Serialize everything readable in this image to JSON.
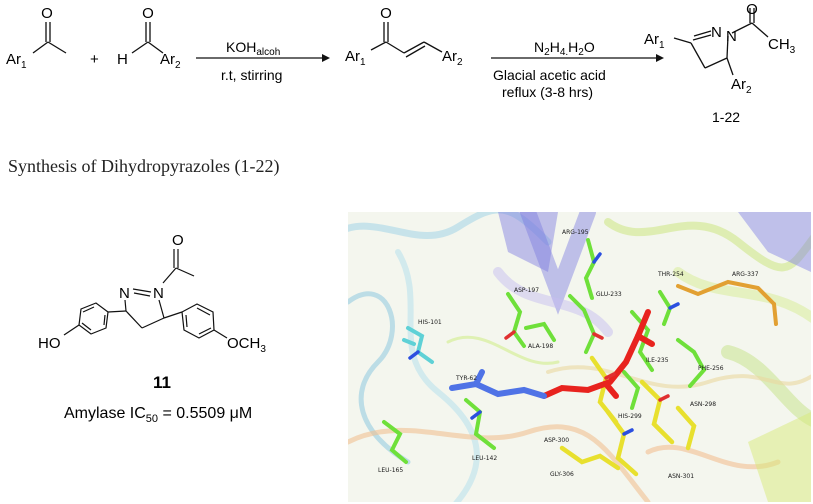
{
  "scheme": {
    "ketone_label": "Ar",
    "ketone_sub": "1",
    "plus": "+",
    "aldehyde_h": "H",
    "aldehyde_label": "Ar",
    "aldehyde_sub": "2",
    "oxygen": "O",
    "step1_reagent": "KOH",
    "step1_reagent_sub": "alcoh",
    "step1_condition": "r.t, stirring",
    "chalcone_ar1": "Ar",
    "chalcone_ar1_sub": "1",
    "chalcone_ar2": "Ar",
    "chalcone_ar2_sub": "2",
    "step2_reagent_a": "N",
    "step2_reagent_a_sub": "2",
    "step2_reagent_b": "H",
    "step2_reagent_b_sub": "4.",
    "step2_reagent_c": "H",
    "step2_reagent_c_sub": "2",
    "step2_reagent_d": "O",
    "step2_condition1": "Glacial acetic acid",
    "step2_condition2": "reflux (3-8 hrs)",
    "product_ar1": "Ar",
    "product_ar1_sub": "1",
    "product_ar2": "Ar",
    "product_ar2_sub": "2",
    "product_n": "N",
    "product_ch3": "CH",
    "product_ch3_sub": "3",
    "product_range": "1-22"
  },
  "caption": "Synthesis of Dihydropyrazoles (1-22)",
  "compound": {
    "n1": "N",
    "n2": "N",
    "ho": "HO",
    "o": "O",
    "och3": "OCH",
    "och3_sub": "3",
    "number": "11",
    "activity_prefix": "Amylase IC",
    "activity_sub": "50",
    "activity_value": " = 0.5509 μM"
  },
  "docking": {
    "residues": [
      "ARG-195",
      "ASP-197",
      "GLU-233",
      "THR-254",
      "ARG-337",
      "HIS-101",
      "ALA-198",
      "ILE-235",
      "PHE-256",
      "TYR-62",
      "ASN-298",
      "LEU-165",
      "LEU-142",
      "ASP-300",
      "HIS-299",
      "GLY-306",
      "ASN-301"
    ],
    "colors": {
      "ligand": "#e8231e",
      "ligand_blue": "#4f73e6",
      "residue_green": "#6fe03a",
      "residue_yellow": "#e8e02e",
      "residue_cyan": "#5fd1d6",
      "residue_orange": "#e2a032",
      "nitrogen": "#2b4fe0",
      "oxygen": "#e03030"
    }
  }
}
